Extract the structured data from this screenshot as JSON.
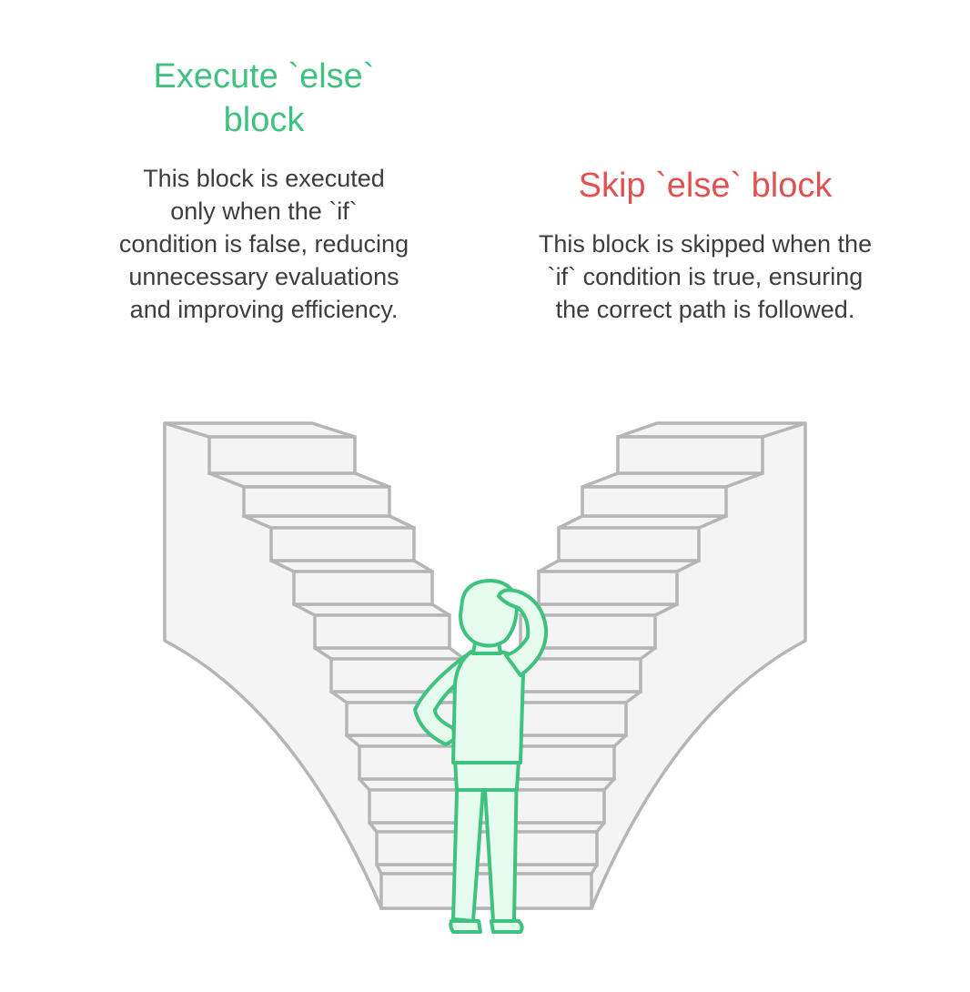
{
  "left_option": {
    "title": "Execute `else` block",
    "description": "This block is executed only when the `if` condition is false, reducing unnecessary evaluations and improving efficiency.",
    "color": "#3fc27f"
  },
  "right_option": {
    "title": "Skip `else` block",
    "description": "This block is skipped when the `if` condition is true, ensuring the correct path is followed.",
    "color": "#e05252"
  },
  "illustration": {
    "stair_stroke": "#b5b5b5",
    "stair_fill": "#f4f4f4",
    "figure_stroke": "#3fc27f",
    "figure_fill": "#e4fbee",
    "icons": [
      "left-staircase",
      "right-staircase",
      "thinking-person"
    ]
  }
}
